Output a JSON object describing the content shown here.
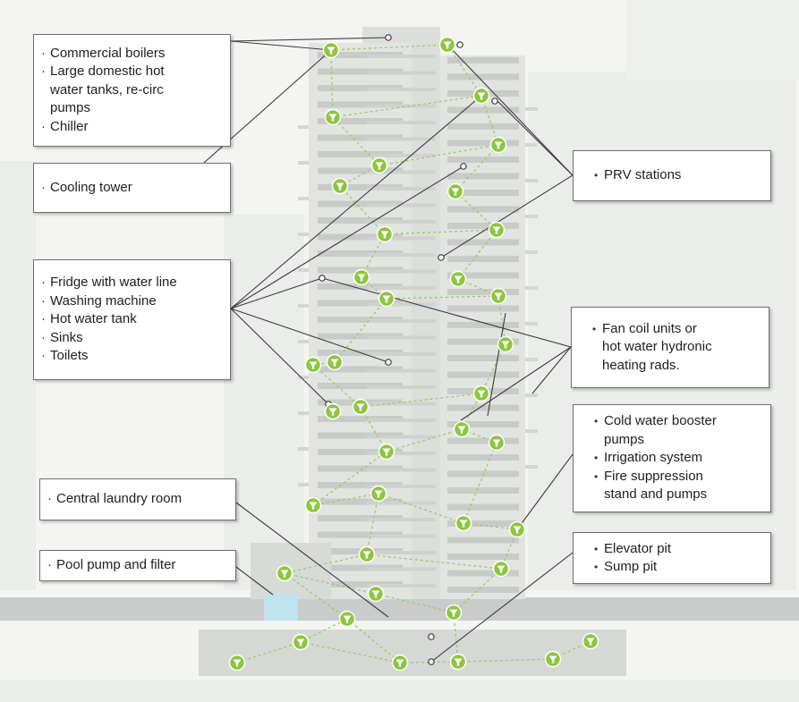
{
  "colors": {
    "valve_green": "#8dc63f",
    "pipe_dash": "#9acd5a",
    "leader_line": "#3c3c3c",
    "box_border": "#6f6f6f"
  },
  "callouts": {
    "boilers": {
      "items": [
        "Commercial boilers",
        "Large domestic hot",
        "water tanks, re-circ",
        "pumps",
        "Chiller"
      ]
    },
    "cooling": {
      "items": [
        "Cooling tower"
      ]
    },
    "fridge": {
      "items": [
        "Fridge with water line",
        "Washing machine",
        "Hot water tank",
        "Sinks",
        "Toilets"
      ]
    },
    "laundry": {
      "items": [
        "Central laundry room"
      ]
    },
    "pool": {
      "items": [
        "Pool pump and filter"
      ]
    },
    "prv": {
      "items": [
        "PRV stations"
      ]
    },
    "fancoil": {
      "items": [
        "Fan coil units or",
        "hot water hydronic",
        "heating rads."
      ]
    },
    "booster": {
      "items": [
        "Cold water booster",
        "pumps",
        "Irrigation system",
        "Fire suppression",
        "stand and pumps"
      ]
    },
    "elevator": {
      "items": [
        "Elevator pit",
        "Sump pit"
      ]
    }
  },
  "valve_icon": "water-sensor-icon"
}
